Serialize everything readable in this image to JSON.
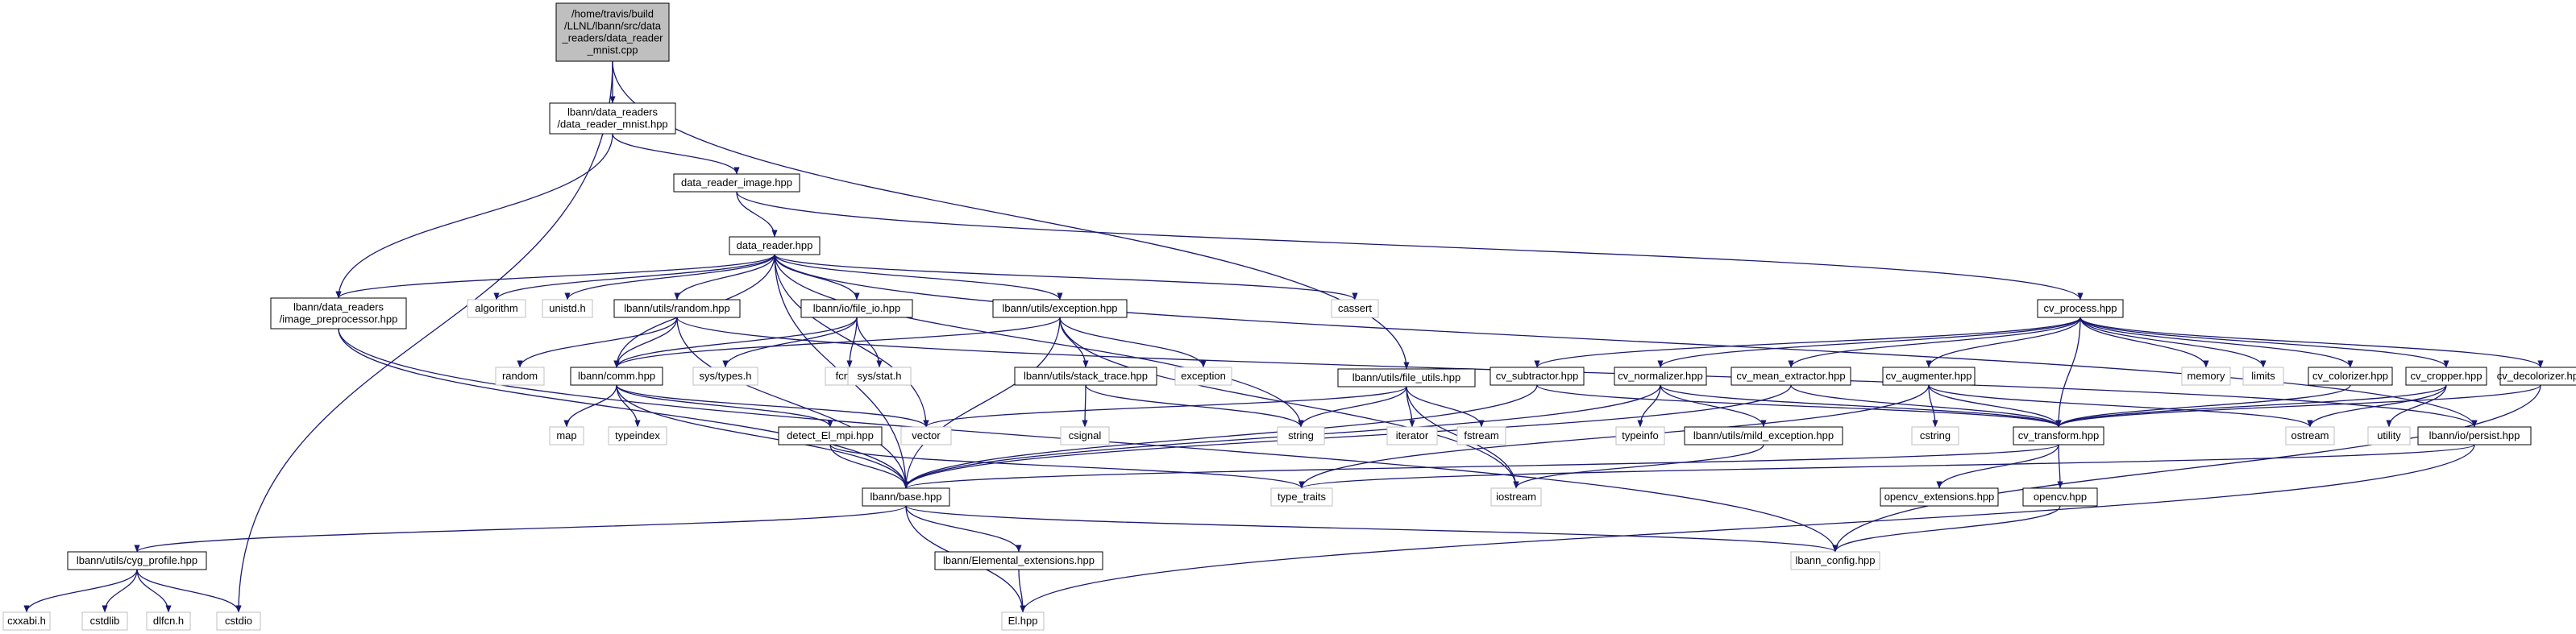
{
  "nodes": [
    {
      "id": "root",
      "lines": [
        "/home/travis/build",
        "/LLNL/lbann/src/data",
        "_readers/data_reader",
        "_mnist.cpp"
      ],
      "style": "root"
    },
    {
      "id": "drm",
      "lines": [
        "lbann/data_readers",
        "/data_reader_mnist.hpp"
      ],
      "style": "normal"
    },
    {
      "id": "dri",
      "lines": [
        "data_reader_image.hpp"
      ],
      "style": "normal"
    },
    {
      "id": "dr",
      "lines": [
        "data_reader.hpp"
      ],
      "style": "normal"
    },
    {
      "id": "imgpre",
      "lines": [
        "lbann/data_readers",
        "/image_preprocessor.hpp"
      ],
      "style": "normal"
    },
    {
      "id": "algorithm",
      "lines": [
        "algorithm"
      ],
      "style": "sys"
    },
    {
      "id": "unistd",
      "lines": [
        "unistd.h"
      ],
      "style": "sys"
    },
    {
      "id": "random_hpp",
      "lines": [
        "lbann/utils/random.hpp"
      ],
      "style": "normal"
    },
    {
      "id": "file_io",
      "lines": [
        "lbann/io/file_io.hpp"
      ],
      "style": "normal"
    },
    {
      "id": "exception_hpp",
      "lines": [
        "lbann/utils/exception.hpp"
      ],
      "style": "normal"
    },
    {
      "id": "cassert",
      "lines": [
        "cassert"
      ],
      "style": "sys"
    },
    {
      "id": "cv_process",
      "lines": [
        "cv_process.hpp"
      ],
      "style": "normal"
    },
    {
      "id": "file_utils",
      "lines": [
        "lbann/utils/file_utils.hpp"
      ],
      "style": "normal"
    },
    {
      "id": "random",
      "lines": [
        "random"
      ],
      "style": "sys"
    },
    {
      "id": "comm",
      "lines": [
        "lbann/comm.hpp"
      ],
      "style": "normal"
    },
    {
      "id": "systypes",
      "lines": [
        "sys/types.h"
      ],
      "style": "sys"
    },
    {
      "id": "fcntl",
      "lines": [
        "fcntl.h"
      ],
      "style": "sys"
    },
    {
      "id": "sysstat",
      "lines": [
        "sys/stat.h"
      ],
      "style": "sys"
    },
    {
      "id": "stack_trace",
      "lines": [
        "lbann/utils/stack_trace.hpp"
      ],
      "style": "normal"
    },
    {
      "id": "exception",
      "lines": [
        "exception"
      ],
      "style": "sys"
    },
    {
      "id": "map",
      "lines": [
        "map"
      ],
      "style": "sys"
    },
    {
      "id": "typeindex",
      "lines": [
        "typeindex"
      ],
      "style": "sys"
    },
    {
      "id": "detect",
      "lines": [
        "detect_El_mpi.hpp"
      ],
      "style": "normal"
    },
    {
      "id": "vector",
      "lines": [
        "vector"
      ],
      "style": "sys"
    },
    {
      "id": "csignal",
      "lines": [
        "csignal"
      ],
      "style": "sys"
    },
    {
      "id": "string",
      "lines": [
        "string"
      ],
      "style": "sys"
    },
    {
      "id": "iterator",
      "lines": [
        "iterator"
      ],
      "style": "sys"
    },
    {
      "id": "fstream",
      "lines": [
        "fstream"
      ],
      "style": "sys"
    },
    {
      "id": "cv_subtractor",
      "lines": [
        "cv_subtractor.hpp"
      ],
      "style": "normal"
    },
    {
      "id": "cv_normalizer",
      "lines": [
        "cv_normalizer.hpp"
      ],
      "style": "normal"
    },
    {
      "id": "cv_mean",
      "lines": [
        "cv_mean_extractor.hpp"
      ],
      "style": "normal"
    },
    {
      "id": "cv_augmenter",
      "lines": [
        "cv_augmenter.hpp"
      ],
      "style": "normal"
    },
    {
      "id": "memory",
      "lines": [
        "memory"
      ],
      "style": "sys"
    },
    {
      "id": "limits",
      "lines": [
        "limits"
      ],
      "style": "sys"
    },
    {
      "id": "cv_colorizer",
      "lines": [
        "cv_colorizer.hpp"
      ],
      "style": "normal"
    },
    {
      "id": "cv_cropper",
      "lines": [
        "cv_cropper.hpp"
      ],
      "style": "normal"
    },
    {
      "id": "cv_decolorizer",
      "lines": [
        "cv_decolorizer.hpp"
      ],
      "style": "normal"
    },
    {
      "id": "typeinfo",
      "lines": [
        "typeinfo"
      ],
      "style": "sys"
    },
    {
      "id": "mild",
      "lines": [
        "lbann/utils/mild_exception.hpp"
      ],
      "style": "normal"
    },
    {
      "id": "cstring",
      "lines": [
        "cstring"
      ],
      "style": "sys"
    },
    {
      "id": "cv_transform",
      "lines": [
        "cv_transform.hpp"
      ],
      "style": "normal"
    },
    {
      "id": "ostream",
      "lines": [
        "ostream"
      ],
      "style": "sys"
    },
    {
      "id": "utility",
      "lines": [
        "utility"
      ],
      "style": "sys"
    },
    {
      "id": "persist",
      "lines": [
        "lbann/io/persist.hpp"
      ],
      "style": "normal"
    },
    {
      "id": "base",
      "lines": [
        "lbann/base.hpp"
      ],
      "style": "normal"
    },
    {
      "id": "type_traits",
      "lines": [
        "type_traits"
      ],
      "style": "sys"
    },
    {
      "id": "iostream",
      "lines": [
        "iostream"
      ],
      "style": "sys"
    },
    {
      "id": "opencv_ext",
      "lines": [
        "opencv_extensions.hpp"
      ],
      "style": "normal"
    },
    {
      "id": "opencv",
      "lines": [
        "opencv.hpp"
      ],
      "style": "normal"
    },
    {
      "id": "cyg",
      "lines": [
        "lbann/utils/cyg_profile.hpp"
      ],
      "style": "normal"
    },
    {
      "id": "elemental",
      "lines": [
        "lbann/Elemental_extensions.hpp"
      ],
      "style": "normal"
    },
    {
      "id": "lbann_config",
      "lines": [
        "lbann_config.hpp"
      ],
      "style": "sys"
    },
    {
      "id": "cxxabi",
      "lines": [
        "cxxabi.h"
      ],
      "style": "sys"
    },
    {
      "id": "cstdlib",
      "lines": [
        "cstdlib"
      ],
      "style": "sys"
    },
    {
      "id": "dlfcn",
      "lines": [
        "dlfcn.h"
      ],
      "style": "sys"
    },
    {
      "id": "cstdio",
      "lines": [
        "cstdio"
      ],
      "style": "sys"
    },
    {
      "id": "el",
      "lines": [
        "El.hpp"
      ],
      "style": "sys"
    }
  ],
  "edges": [
    [
      "root",
      "drm"
    ],
    [
      "root",
      "file_utils"
    ],
    [
      "root",
      "cstdio"
    ],
    [
      "drm",
      "dri"
    ],
    [
      "drm",
      "imgpre"
    ],
    [
      "dri",
      "dr"
    ],
    [
      "dri",
      "cv_process"
    ],
    [
      "dr",
      "imgpre"
    ],
    [
      "dr",
      "algorithm"
    ],
    [
      "dr",
      "unistd"
    ],
    [
      "dr",
      "random_hpp"
    ],
    [
      "dr",
      "file_io"
    ],
    [
      "dr",
      "exception_hpp"
    ],
    [
      "dr",
      "cassert"
    ],
    [
      "dr",
      "comm"
    ],
    [
      "dr",
      "vector"
    ],
    [
      "dr",
      "string"
    ],
    [
      "dr",
      "base"
    ],
    [
      "dr",
      "persist"
    ],
    [
      "imgpre",
      "base"
    ],
    [
      "imgpre",
      "lbann_config"
    ],
    [
      "random_hpp",
      "random"
    ],
    [
      "random_hpp",
      "comm"
    ],
    [
      "random_hpp",
      "base"
    ],
    [
      "random_hpp",
      "persist"
    ],
    [
      "file_io",
      "systypes"
    ],
    [
      "file_io",
      "fcntl"
    ],
    [
      "file_io",
      "sysstat"
    ],
    [
      "file_io",
      "comm"
    ],
    [
      "exception_hpp",
      "comm"
    ],
    [
      "exception_hpp",
      "stack_trace"
    ],
    [
      "exception_hpp",
      "exception"
    ],
    [
      "exception_hpp",
      "base"
    ],
    [
      "exception_hpp",
      "iostream"
    ],
    [
      "stack_trace",
      "csignal"
    ],
    [
      "stack_trace",
      "string"
    ],
    [
      "comm",
      "map"
    ],
    [
      "comm",
      "typeindex"
    ],
    [
      "comm",
      "detect"
    ],
    [
      "comm",
      "vector"
    ],
    [
      "comm",
      "base"
    ],
    [
      "detect",
      "base"
    ],
    [
      "detect",
      "type_traits"
    ],
    [
      "file_utils",
      "string"
    ],
    [
      "file_utils",
      "iterator"
    ],
    [
      "file_utils",
      "fstream"
    ],
    [
      "file_utils",
      "vector"
    ],
    [
      "file_utils",
      "iostream"
    ],
    [
      "cv_process",
      "cv_subtractor"
    ],
    [
      "cv_process",
      "cv_normalizer"
    ],
    [
      "cv_process",
      "cv_mean"
    ],
    [
      "cv_process",
      "cv_augmenter"
    ],
    [
      "cv_process",
      "memory"
    ],
    [
      "cv_process",
      "limits"
    ],
    [
      "cv_process",
      "cv_colorizer"
    ],
    [
      "cv_process",
      "cv_cropper"
    ],
    [
      "cv_process",
      "cv_decolorizer"
    ],
    [
      "cv_process",
      "cv_transform"
    ],
    [
      "cv_subtractor",
      "cv_transform"
    ],
    [
      "cv_subtractor",
      "base"
    ],
    [
      "cv_normalizer",
      "typeinfo"
    ],
    [
      "cv_normalizer",
      "mild"
    ],
    [
      "cv_normalizer",
      "cv_transform"
    ],
    [
      "cv_normalizer",
      "base"
    ],
    [
      "cv_mean",
      "cv_transform"
    ],
    [
      "cv_mean",
      "base"
    ],
    [
      "cv_augmenter",
      "cstring"
    ],
    [
      "cv_augmenter",
      "cv_transform"
    ],
    [
      "cv_augmenter",
      "ostream"
    ],
    [
      "cv_augmenter",
      "type_traits"
    ],
    [
      "cv_colorizer",
      "cv_transform"
    ],
    [
      "cv_cropper",
      "cv_transform"
    ],
    [
      "cv_cropper",
      "ostream"
    ],
    [
      "cv_cropper",
      "utility"
    ],
    [
      "cv_decolorizer",
      "cv_transform"
    ],
    [
      "cv_decolorizer",
      "lbann_config"
    ],
    [
      "mild",
      "iostream"
    ],
    [
      "cv_transform",
      "opencv_ext"
    ],
    [
      "cv_transform",
      "opencv"
    ],
    [
      "cv_transform",
      "base"
    ],
    [
      "opencv",
      "lbann_config"
    ],
    [
      "persist",
      "el"
    ],
    [
      "persist",
      "type_traits"
    ],
    [
      "base",
      "cyg"
    ],
    [
      "base",
      "elemental"
    ],
    [
      "base",
      "lbann_config"
    ],
    [
      "base",
      "el"
    ],
    [
      "elemental",
      "el"
    ],
    [
      "cyg",
      "cxxabi"
    ],
    [
      "cyg",
      "cstdlib"
    ],
    [
      "cyg",
      "dlfcn"
    ],
    [
      "cyg",
      "cstdio"
    ]
  ],
  "colors": {
    "edge": "#191970",
    "normal_border": "#000000",
    "sys_border": "#bfbfbf",
    "root_fill": "#bfbfbf",
    "text": "#000000"
  }
}
